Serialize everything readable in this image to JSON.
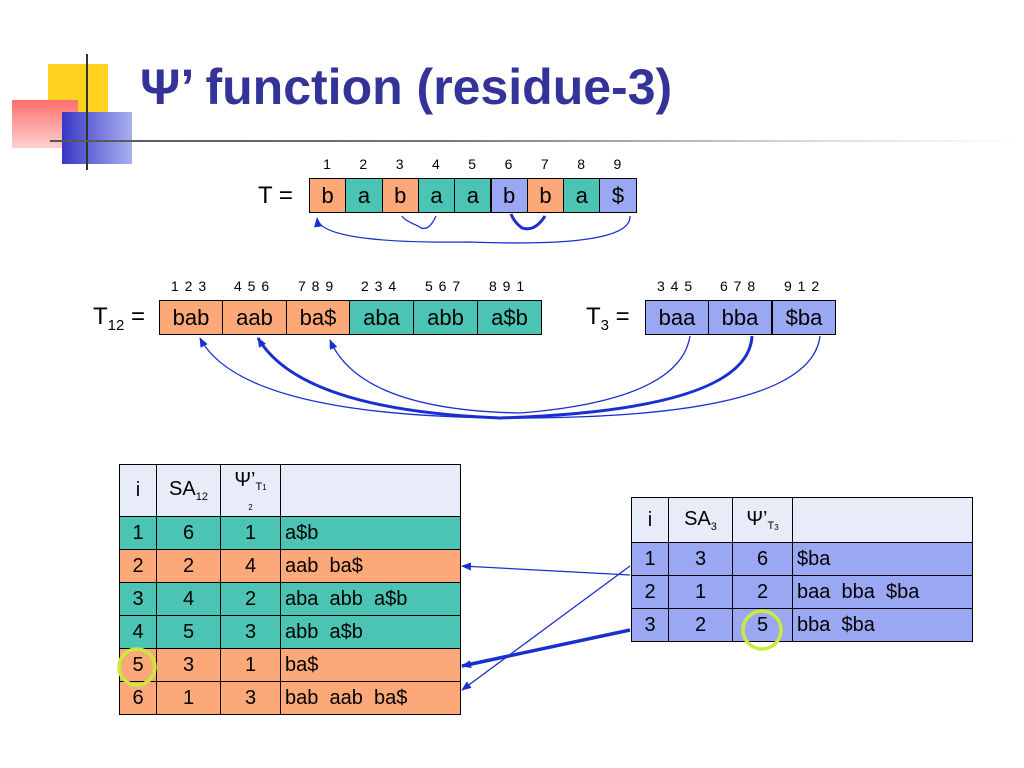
{
  "title": "Ψ’ function (residue-3)",
  "colors": {
    "title": "#33339a",
    "orange": "#fca878",
    "teal": "#4cc4b4",
    "blue": "#9aa8f4",
    "arrow": "#1a2fd0",
    "highlight": "#c8ec3c"
  },
  "T": {
    "label": "T =",
    "indices": [
      "1",
      "2",
      "3",
      "4",
      "5",
      "6",
      "7",
      "8",
      "9"
    ],
    "chars": [
      "b",
      "a",
      "b",
      "a",
      "a",
      "b",
      "b",
      "a",
      "$"
    ]
  },
  "T12": {
    "label_main": "T",
    "label_sub": "12",
    "label_eq": " =",
    "positions": [
      "1 2 3",
      "4 5 6",
      "7 8 9",
      "2 3 4",
      "5 6 7",
      "8 9 1"
    ],
    "triples": [
      "bab",
      "aab",
      "ba$",
      "aba",
      "abb",
      "a$b"
    ]
  },
  "T3": {
    "label_main": "T",
    "label_sub": "3",
    "label_eq": " =",
    "positions": [
      "3 4 5",
      "6 7 8",
      "9 1 2"
    ],
    "triples": [
      "baa",
      "bba",
      "$ba"
    ]
  },
  "table12": {
    "headers": {
      "i": "i",
      "sa": "SA",
      "sa_sub": "12",
      "psi": "Ψ’",
      "psi_sub": "T",
      "psi_sub2": "1",
      "psi_sub3": "2"
    },
    "rows": [
      {
        "i": "1",
        "sa": "6",
        "psi": "1",
        "suffix": "a$b"
      },
      {
        "i": "2",
        "sa": "2",
        "psi": "4",
        "suffix": "aab  ba$"
      },
      {
        "i": "3",
        "sa": "4",
        "psi": "2",
        "suffix": "aba  abb  a$b"
      },
      {
        "i": "4",
        "sa": "5",
        "psi": "3",
        "suffix": "abb  a$b"
      },
      {
        "i": "5",
        "sa": "3",
        "psi": "1",
        "suffix": "ba$"
      },
      {
        "i": "6",
        "sa": "1",
        "psi": "3",
        "suffix": "bab  aab  ba$"
      }
    ]
  },
  "table3": {
    "headers": {
      "i": "i",
      "sa": "SA",
      "sa_sub": "3",
      "psi": "Ψ’",
      "psi_sub": "T",
      "psi_sub2": "3"
    },
    "rows": [
      {
        "i": "1",
        "sa": "3",
        "psi": "6",
        "suffix": "$ba"
      },
      {
        "i": "2",
        "sa": "1",
        "psi": "2",
        "suffix": "baa  bba  $ba"
      },
      {
        "i": "3",
        "sa": "2",
        "psi": "5",
        "suffix": "bba  $ba"
      }
    ]
  }
}
